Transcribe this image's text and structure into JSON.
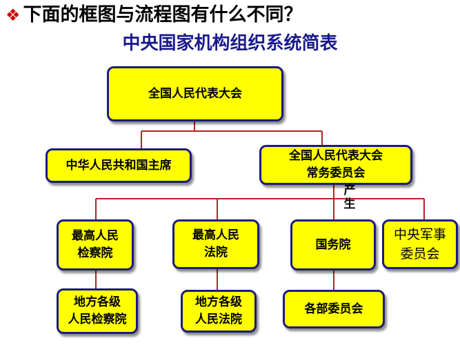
{
  "heading": {
    "bullet": "❖",
    "text": "下面的框图与流程图有什么不同",
    "question_mark": "？"
  },
  "subheading": "中央国家机构组织系统简表",
  "nodes": {
    "npc": {
      "label": "全国人民代表大会"
    },
    "president": {
      "label": "中华人民共和国主席"
    },
    "standing": {
      "line1": "全国人民代表大会",
      "line2": "常务委员会"
    },
    "procuratorate": {
      "line1": "最高人民",
      "line2": "检察院"
    },
    "court": {
      "line1": "最高人民",
      "line2": "法院"
    },
    "state_council": {
      "label": "国务院"
    },
    "cmc": {
      "line1": "中央军事",
      "line2": "委员会"
    },
    "local_procuratorate": {
      "line1": "地方各级",
      "line2": "人民检察院"
    },
    "local_court": {
      "line1": "地方各级",
      "line2": "人民法院"
    },
    "ministries": {
      "label": "各部委员会"
    }
  },
  "edge_note": {
    "char1": "产",
    "char2": "生"
  },
  "colors": {
    "box_fill": "#ffff00",
    "box_border": "#1a1a80",
    "line": "#b22222",
    "subheading": "#1a1a8c",
    "bullet": "#cc0000"
  }
}
